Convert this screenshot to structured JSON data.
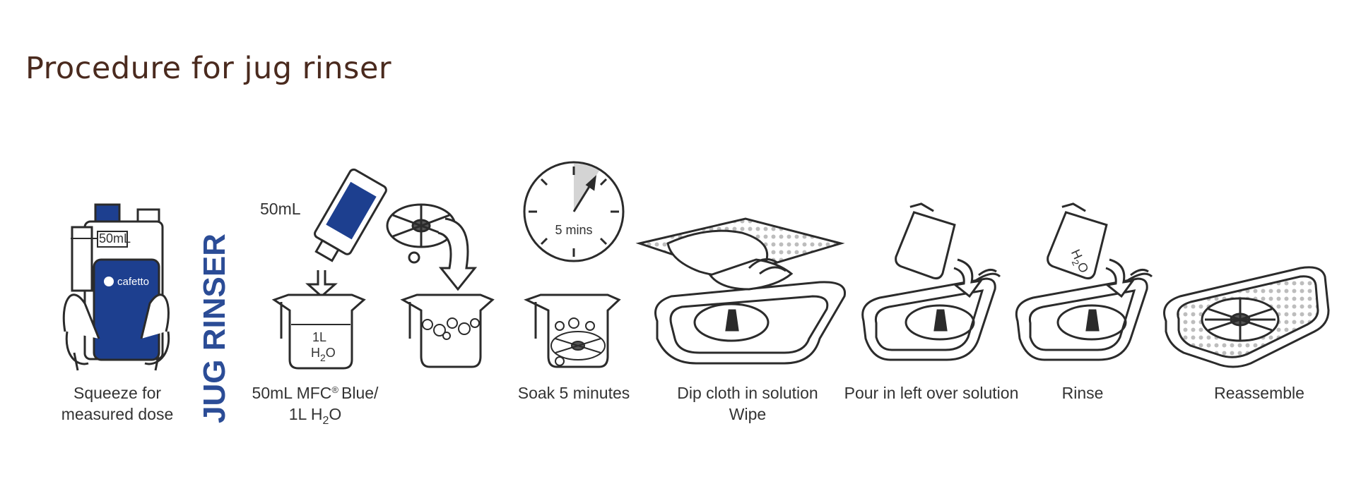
{
  "title": "Procedure for jug rinser",
  "side_label": "JUG RINSER",
  "colors": {
    "title": "#4a2a1e",
    "brand": "#1d3f8f",
    "line": "#2b2b2b",
    "dots": "#bdbdbd"
  },
  "bottle": {
    "dose_label": "50mL",
    "brand_label": "cafetto"
  },
  "measure_label": "50mL",
  "jug_contents": {
    "line1": "1L",
    "line2": "H",
    "sub": "2",
    "line3": "O"
  },
  "timer_label": "5 mins",
  "pour_jug_label": {
    "main": "H",
    "sub": "2",
    "tail": "O"
  },
  "steps": [
    {
      "lines": [
        "Squeeze for",
        "measured dose"
      ]
    },
    {
      "lines": [
        "50mL MFC",
        "Blue/"
      ],
      "mark": "®",
      "line2": {
        "main": "1L H",
        "sub": "2",
        "tail": "O"
      }
    },
    {
      "lines": [
        "Soak 5 minutes"
      ]
    },
    {
      "lines": [
        "Dip cloth in solution",
        "Wipe"
      ]
    },
    {
      "lines": [
        "Pour in left over solution"
      ]
    },
    {
      "lines": [
        "Rinse"
      ]
    },
    {
      "lines": [
        "Reassemble"
      ]
    }
  ],
  "icons": [
    "squeeze-bottle-icon",
    "measuring-cup-icon",
    "drip-tray-insert-icon",
    "timer-icon",
    "cloth-wipe-icon",
    "pour-jug-icon",
    "rinse-jug-icon",
    "reassembled-tray-icon"
  ]
}
